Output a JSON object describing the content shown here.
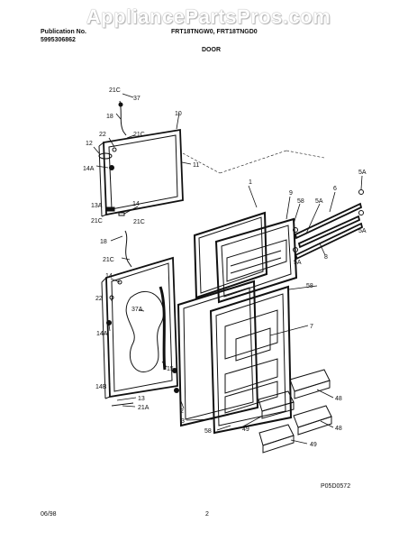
{
  "watermark": "AppliancePartsPros.com",
  "header": {
    "publication_label": "Publication No.",
    "publication_number": "5995306862",
    "models": "FRT18TNGW0, FRT18TNGD0",
    "section": "DOOR"
  },
  "callouts": {
    "c21C_a": "21C",
    "c37": "37",
    "c18_a": "18",
    "c10": "10",
    "c22_a": "22",
    "c21C_b": "21C",
    "c12": "12",
    "c14A_a": "14A",
    "c11": "11",
    "c13A": "13A",
    "c14_a": "14",
    "c21C_c": "21C",
    "c21C_d": "21C",
    "c1": "1",
    "c9": "9",
    "c58_a": "58",
    "c5A_a": "5A",
    "c6": "6",
    "c5A_b": "5A",
    "c5A_c": "5A",
    "c18_b": "18",
    "c21C_e": "21C",
    "c5A_d": "5A",
    "c8": "8",
    "c14_b": "14",
    "c58_b": "58",
    "c22_b": "22",
    "c37A": "37A",
    "c7": "7",
    "c14A_b": "14A",
    "c15": "15",
    "c14B": "14B",
    "c13": "13",
    "c21A": "21A",
    "c2": "2",
    "c3": "3",
    "c58_c": "58",
    "c49_a": "49",
    "c48_a": "48",
    "c48_b": "48",
    "c49_b": "49"
  },
  "footer": {
    "figure_code": "P05D0572",
    "date": "06/98",
    "page": "2"
  }
}
